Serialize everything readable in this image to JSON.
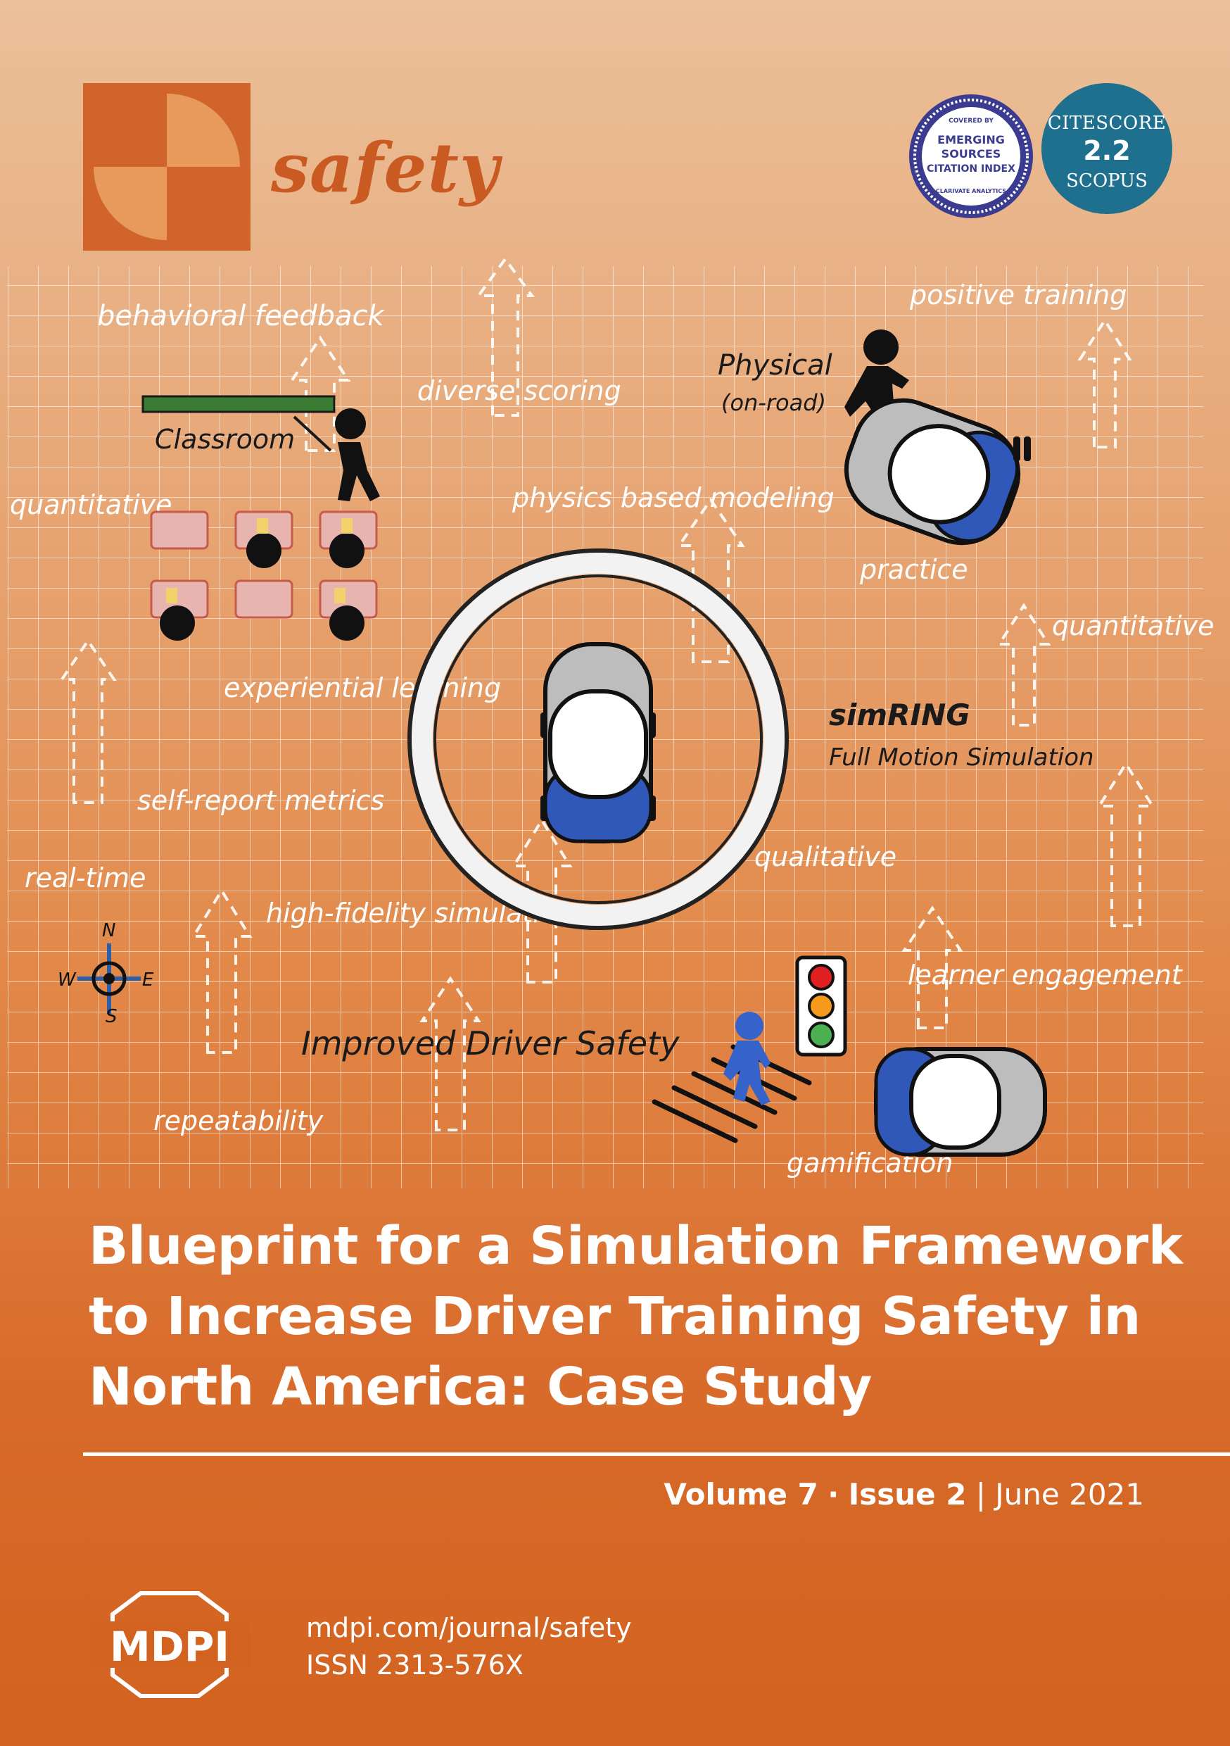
{
  "journal": {
    "name": "safety",
    "brand_color": "#d0642a"
  },
  "badges": {
    "esci": {
      "top": "COVERED BY",
      "line1": "EMERGING",
      "line2": "SOURCES",
      "line3": "CITATION INDEX",
      "bottom": "CLARIVATE ANALYTICS",
      "color": "#3b3b8f"
    },
    "citescore": {
      "label": "CITESCORE",
      "value": "2.2",
      "source": "SCOPUS",
      "color": "#1f6f8f"
    }
  },
  "illustration": {
    "labels": {
      "behavioral_feedback": "behavioral feedback",
      "diverse_scoring": "diverse scoring",
      "positive_training": "positive training",
      "physical": "Physical",
      "on_road": "(on-road)",
      "classroom": "Classroom",
      "quantitative_left": "quantitative",
      "physics_modeling": "physics based modeling",
      "practice": "practice",
      "quantitative_right": "quantitative",
      "experiential_learning": "experiential learning",
      "simring": "simRING",
      "full_motion": "Full Motion Simulation",
      "self_report": "self-report metrics",
      "qualitative": "qualitative",
      "real_time": "real-time",
      "high_fidelity": "high-fidelity simulation",
      "learner_engagement": "learner engagement",
      "improved_safety": "Improved Driver Safety",
      "repeatability": "repeatability",
      "gamification": "gamification",
      "compass_n": "N",
      "compass_s": "S",
      "compass_e": "E",
      "compass_w": "W"
    },
    "icons": [
      "compass-icon",
      "traffic-light-icon",
      "car-icon",
      "pedestrian-icon",
      "teacher-icon",
      "student-icon"
    ]
  },
  "article": {
    "title_line1": "Blueprint for a Simulation Framework",
    "title_line2": "to Increase Driver Training Safety in",
    "title_line3": "North America: Case Study"
  },
  "issue": {
    "volume": "Volume 7",
    "separator_dot": "·",
    "issue": "Issue 2",
    "separator_bar": "|",
    "date": "June 2021"
  },
  "publisher": {
    "name": "MDPI",
    "url": "mdpi.com/journal/safety",
    "issn": "ISSN 2313-576X"
  }
}
